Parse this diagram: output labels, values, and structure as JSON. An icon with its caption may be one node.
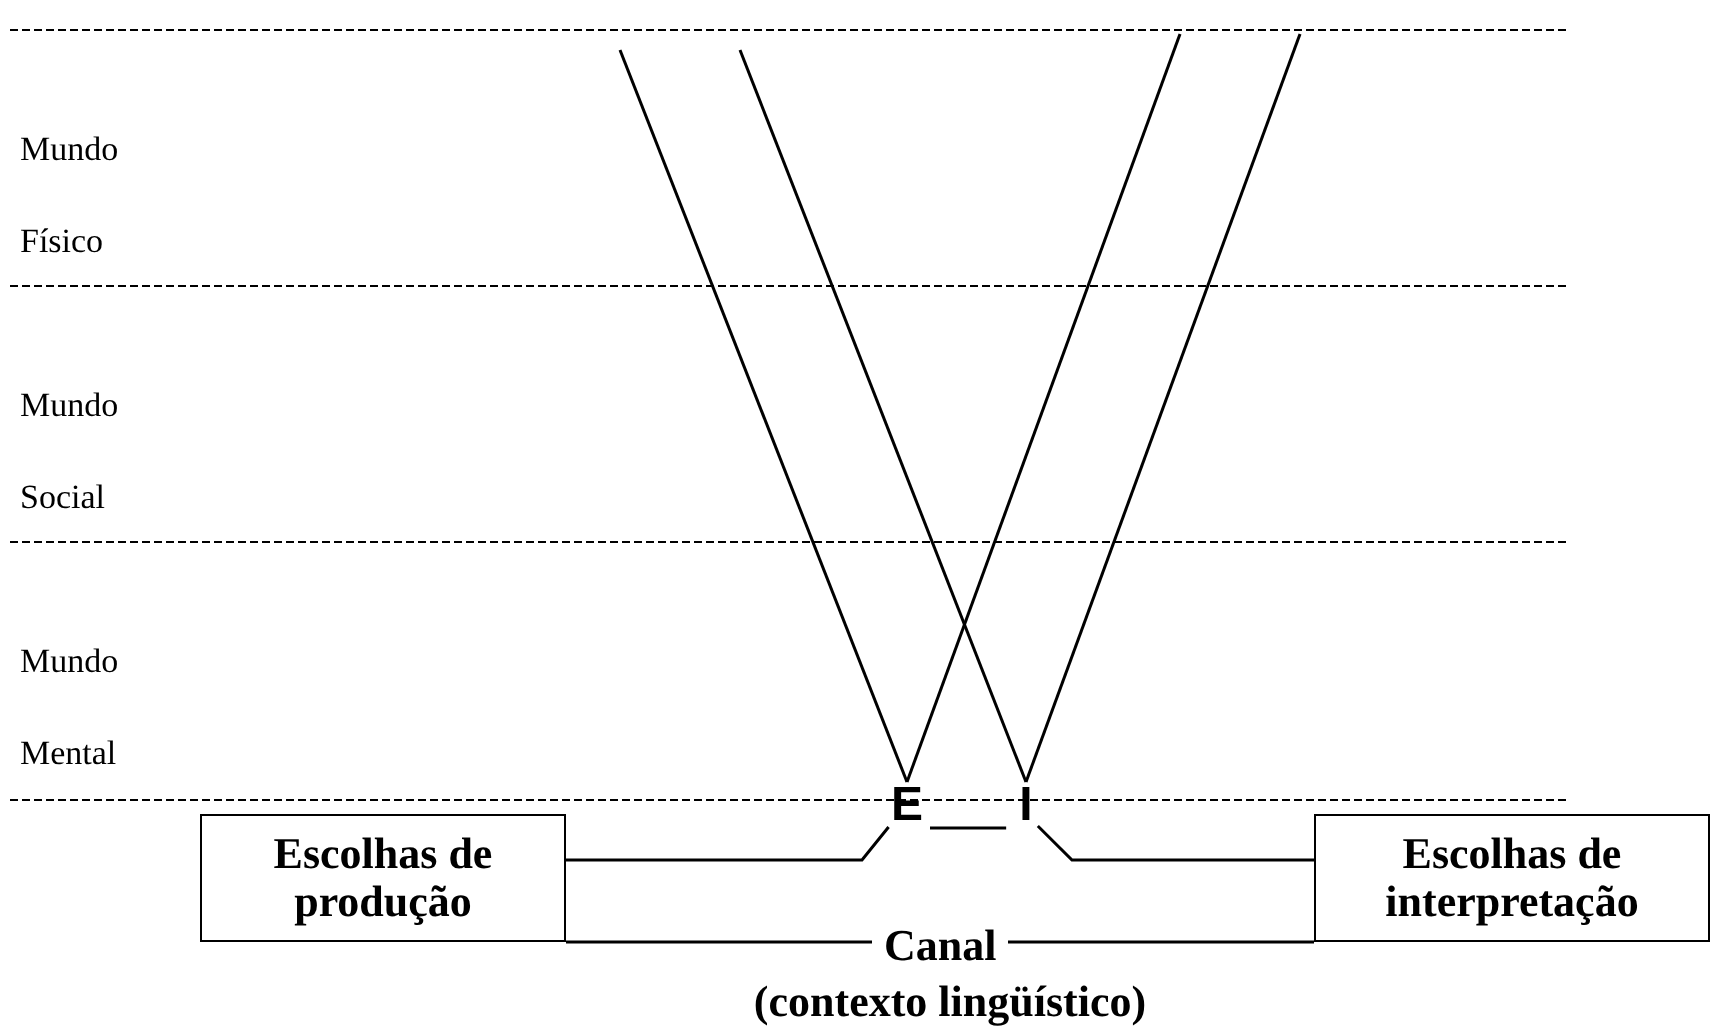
{
  "diagram": {
    "nodes": [
      {
        "text": [
          "Escolhas de produção"
        ]
      },
      {
        "text": [
          "E"
        ]
      },
      {
        "text": [
          "I"
        ]
      },
      {
        "text": [
          "Escolhas de interpretação"
        ]
      }
    ],
    "edges": [
      {
        "from": 0,
        "to": 1,
        "arrow": "none"
      },
      {
        "from": 1,
        "to": 2,
        "arrow": "none"
      },
      {
        "from": 2,
        "to": 3,
        "arrow": "none"
      },
      {
        "from": 0,
        "to": 3,
        "arrow": "none",
        "label": "Canal"
      },
      {
        "from": null,
        "to": 1,
        "arrow": "none"
      },
      {
        "from": null,
        "to": 1,
        "arrow": "none"
      },
      {
        "from": null,
        "to": 2,
        "arrow": "none"
      },
      {
        "from": null,
        "to": 2,
        "arrow": "none"
      }
    ],
    "labels": [
      "Mundo Físico",
      "Mundo Social",
      "Mundo Mental",
      "(contexto lingüístico)"
    ]
  }
}
